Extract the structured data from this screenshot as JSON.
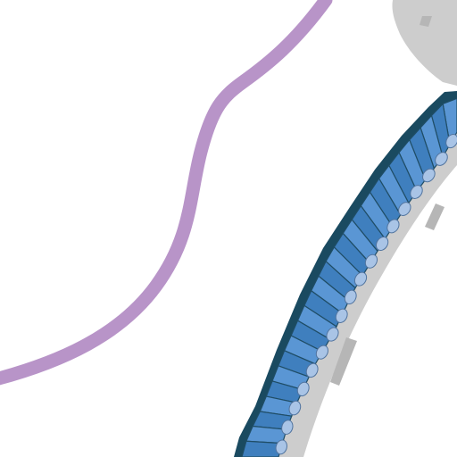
{
  "map": {
    "background_color": "#ffffff",
    "boundary_line": {
      "kind": "boundary-line",
      "color": "#b894c8"
    },
    "road": {
      "kind": "road",
      "color": "#cdcdcd",
      "marking_color": "#b6b6b6"
    },
    "track_band": {
      "kind": "rail-platform-band",
      "outline_color": "#1a4a60",
      "light_segment_color": "#5a96d4",
      "dark_segment_color": "#3f7fbe",
      "divider_color": "#1f4d66"
    },
    "stop_markers": {
      "kind": "oval-stop-markers",
      "fill_color": "#a9c4e6",
      "stroke_color": "#51749f"
    }
  }
}
